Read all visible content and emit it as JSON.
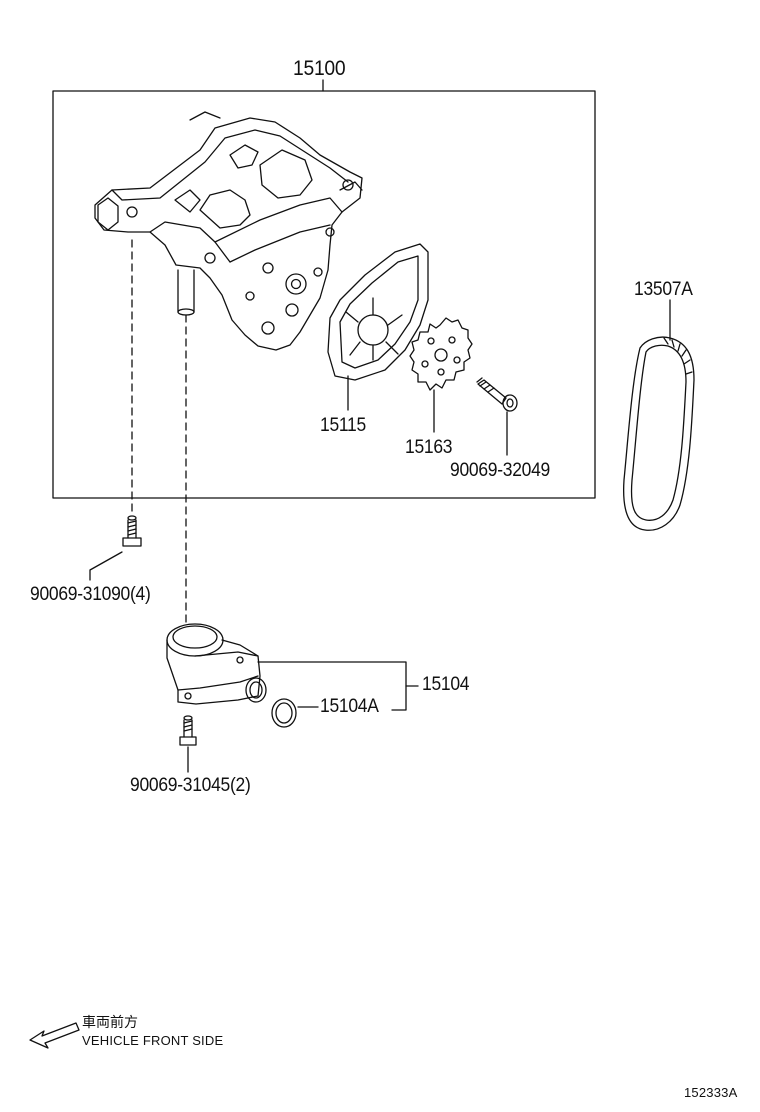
{
  "diagram": {
    "labels": {
      "main_assembly": "15100",
      "chain": "13507A",
      "cover": "15115",
      "sprocket": "15163",
      "sprocket_bolt": "90069-32049",
      "pump_bolt": "90069-31090(4)",
      "strainer": "15104",
      "strainer_gasket": "15104A",
      "strainer_bolt": "90069-31045(2)"
    },
    "legend": {
      "japanese": "車両前方",
      "english": "VEHICLE FRONT SIDE"
    },
    "figure_id": "152333A"
  }
}
